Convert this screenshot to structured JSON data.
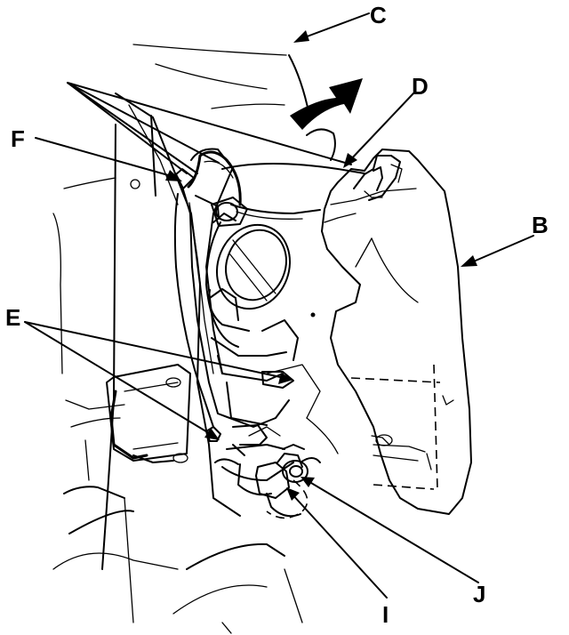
{
  "callouts": {
    "c": "C",
    "d": "D",
    "f": "F",
    "b": "B",
    "e": "E",
    "i": "I",
    "j": "J"
  }
}
